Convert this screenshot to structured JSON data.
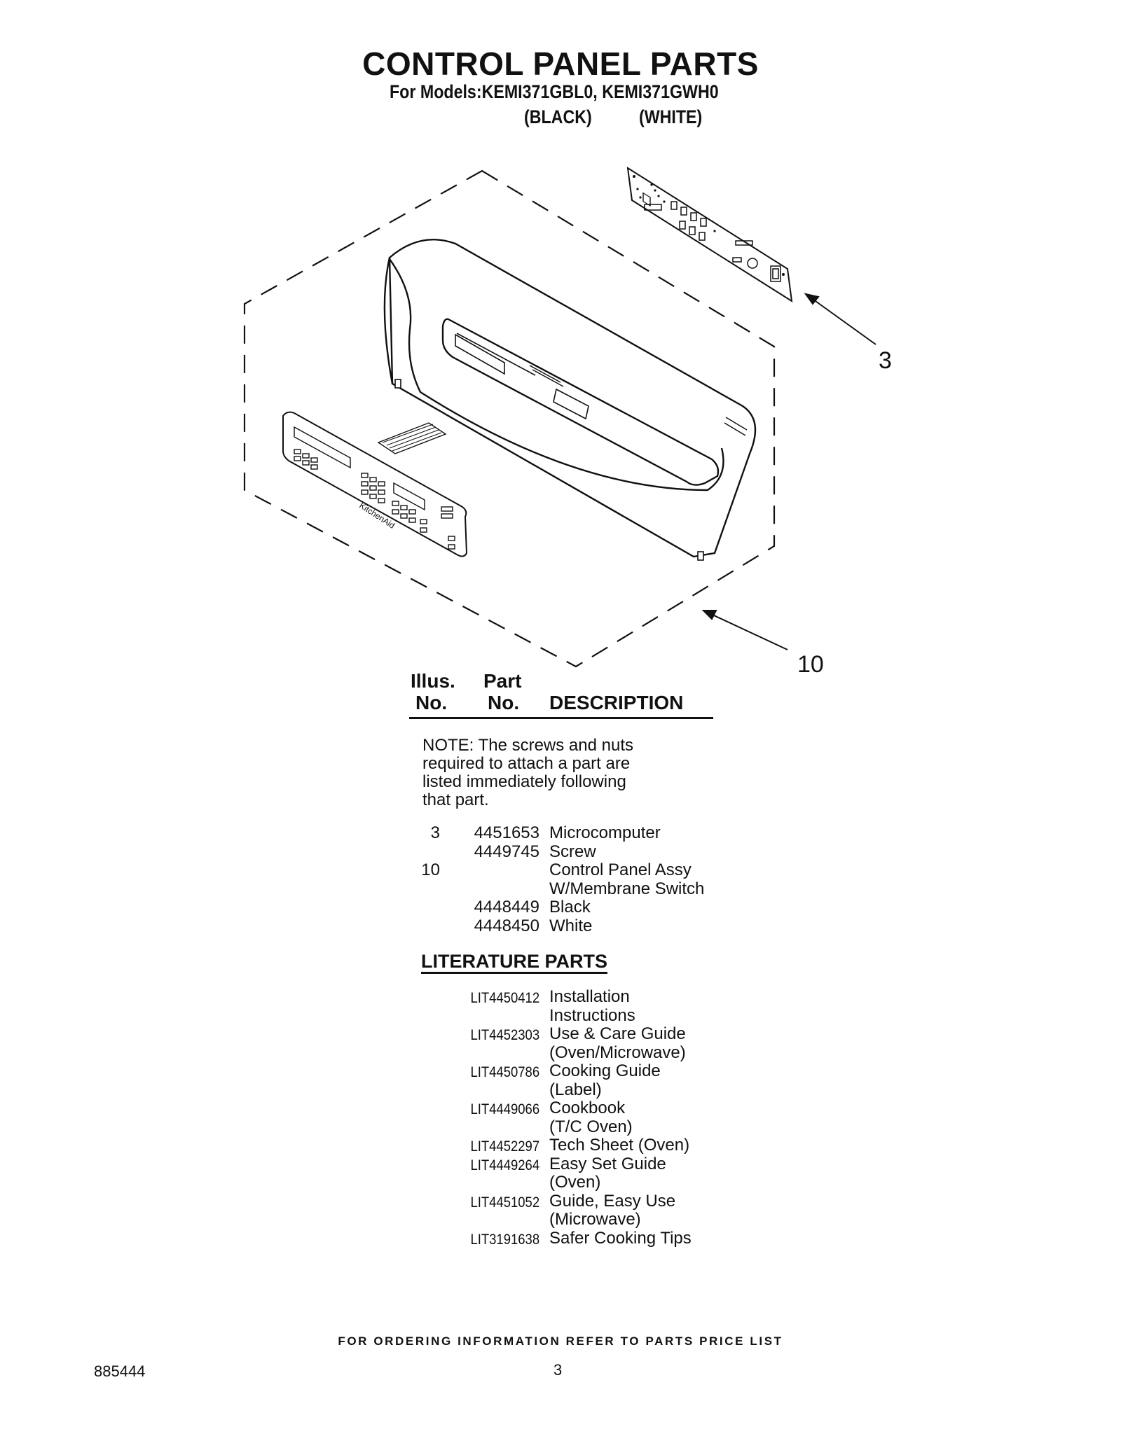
{
  "header": {
    "title": "CONTROL PANEL PARTS",
    "models_line": "For Models:KEMI371GBL0, KEMI371GWH0",
    "color_black": "(BLACK)",
    "color_white": "(WHITE)"
  },
  "diagram": {
    "callouts": [
      "3",
      "10"
    ],
    "membrane_brand_text": "KitchenAid"
  },
  "parts_table": {
    "col_illus_1": "Illus.",
    "col_illus_2": "No.",
    "col_part_1": "Part",
    "col_part_2": "No.",
    "col_description": "DESCRIPTION",
    "note_lines": [
      "NOTE: The screws and nuts",
      "required to attach a part are",
      "listed immediately following",
      "that part."
    ],
    "rows": [
      {
        "illus": "3",
        "part": "4451653",
        "desc": "Microcomputer"
      },
      {
        "illus": "",
        "part": "4449745",
        "desc": "Screw"
      },
      {
        "illus": "10",
        "part": "",
        "desc": "Control Panel Assy"
      },
      {
        "illus": "",
        "part": "",
        "desc": "W/Membrane Switch"
      },
      {
        "illus": "",
        "part": "4448449",
        "desc": "Black"
      },
      {
        "illus": "",
        "part": "4448450",
        "desc": "White"
      }
    ]
  },
  "literature": {
    "title": "LITERATURE PARTS",
    "rows": [
      {
        "part": "LIT4450412",
        "desc": "Installation"
      },
      {
        "part": "",
        "desc": "Instructions"
      },
      {
        "part": "LIT4452303",
        "desc": "Use & Care Guide"
      },
      {
        "part": "",
        "desc": "(Oven/Microwave)"
      },
      {
        "part": "LIT4450786",
        "desc": "Cooking Guide"
      },
      {
        "part": "",
        "desc": "(Label)"
      },
      {
        "part": "LIT4449066",
        "desc": "Cookbook"
      },
      {
        "part": "",
        "desc": "(T/C Oven)"
      },
      {
        "part": "LIT4452297",
        "desc": "Tech Sheet (Oven)"
      },
      {
        "part": "LIT4449264",
        "desc": "Easy Set Guide"
      },
      {
        "part": "",
        "desc": "(Oven)"
      },
      {
        "part": "LIT4451052",
        "desc": "Guide, Easy Use"
      },
      {
        "part": "",
        "desc": "(Microwave)"
      },
      {
        "part": "LIT3191638",
        "desc": "Safer Cooking Tips"
      }
    ]
  },
  "footer": {
    "ordering_info": "FOR ORDERING INFORMATION REFER TO PARTS PRICE LIST",
    "document_number": "885444",
    "page_number": "3"
  }
}
